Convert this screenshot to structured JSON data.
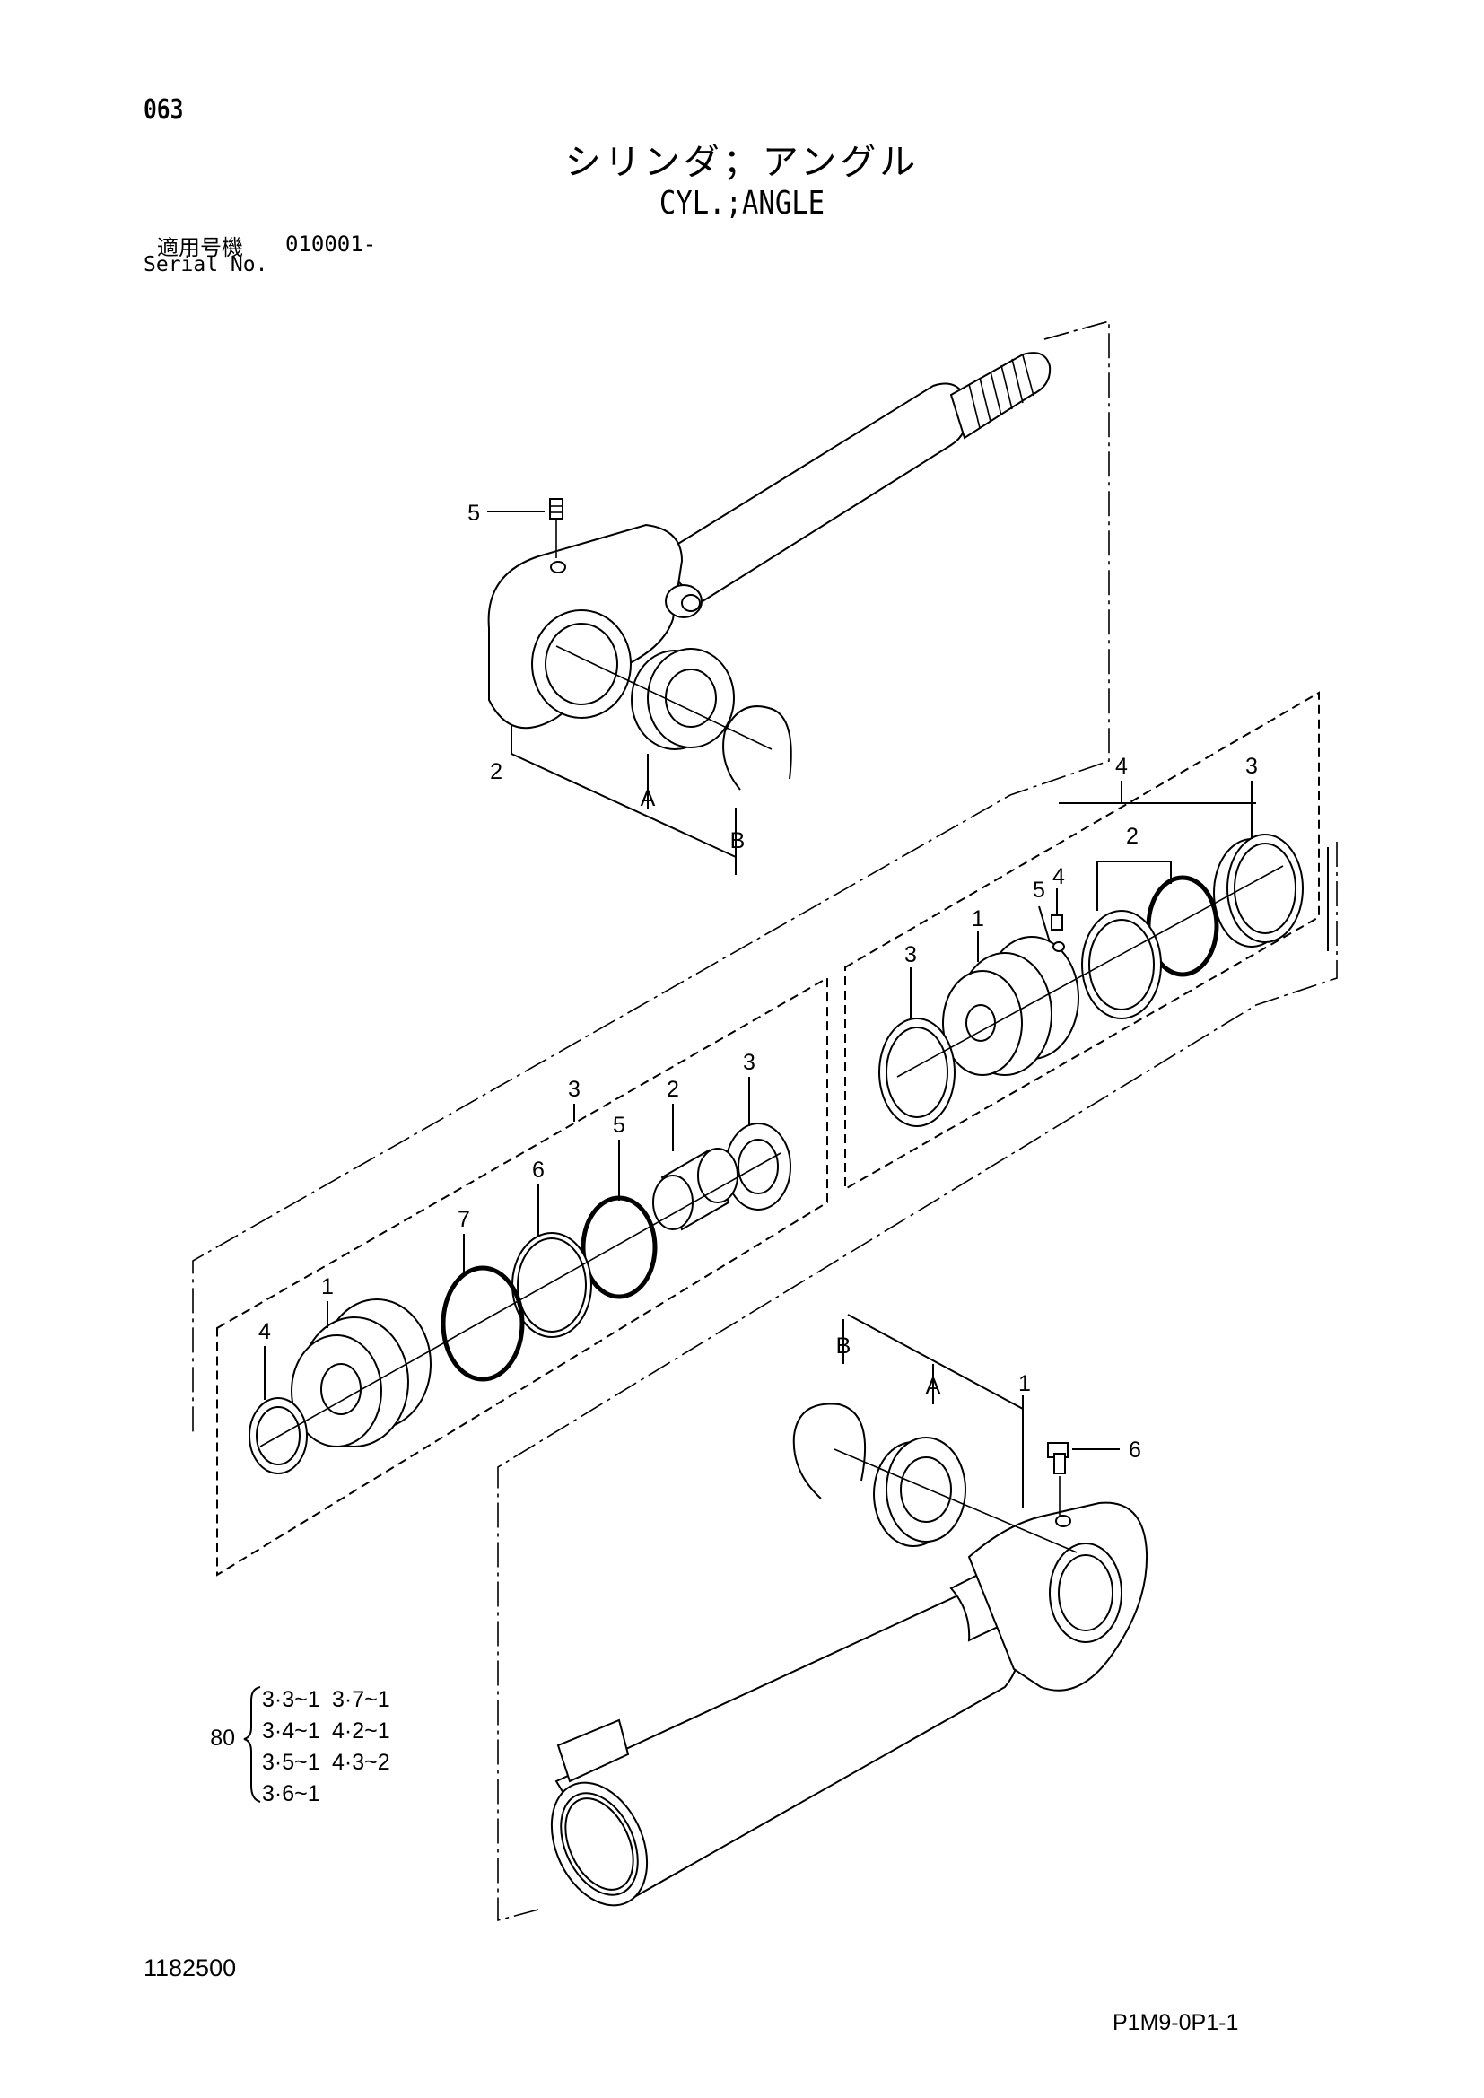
{
  "header": {
    "page_number": "063",
    "title_jp": "シリンダ；アングル",
    "title_en": "CYL.;ANGLE",
    "serial_label_jp": "適用号機",
    "serial_number": "010001-",
    "serial_label_en": "Serial No."
  },
  "callouts": {
    "rod_grease_fitting": "5",
    "rod_group": "2",
    "rod_bushing": "A",
    "rod_snap_ring": "B",
    "piston_group": "4",
    "piston_wear_ring_right": "3",
    "piston_seal_pair": "2",
    "piston_set_screw": "5",
    "piston_nut": "4",
    "piston": "1",
    "piston_wear_ring_left": "3",
    "gland_group": "3",
    "gland_dust_seal": "3",
    "gland_bushing": "2",
    "gland_oring_5": "5",
    "gland_backup_6": "6",
    "gland_oring_7": "7",
    "gland": "1",
    "gland_wiper": "4",
    "tube_snap_ring": "B",
    "tube_bushing": "A",
    "tube_group": "1",
    "tube_grease_fitting": "6"
  },
  "seal_kit": {
    "number": "80",
    "rows": [
      [
        "3·3~1",
        "3·7~1"
      ],
      [
        "3·4~1",
        "4·2~1"
      ],
      [
        "3·5~1",
        "4·3~2"
      ],
      [
        "3·6~1",
        ""
      ]
    ]
  },
  "footer": {
    "doc_number": "1182500",
    "page_code": "P1M9-0P1-1"
  }
}
